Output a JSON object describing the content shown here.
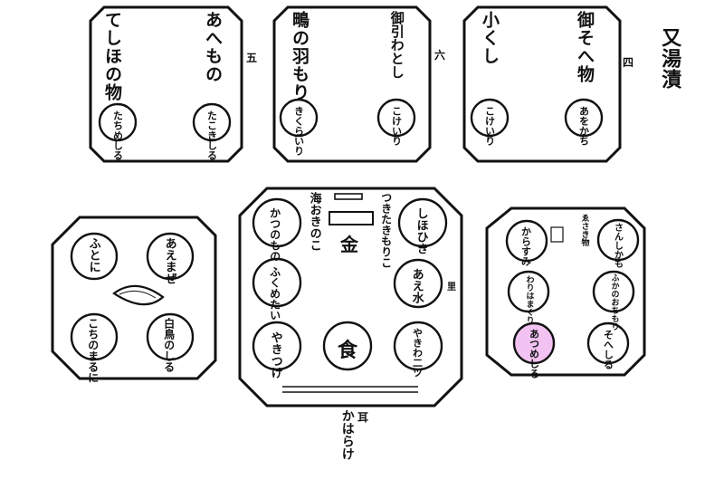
{
  "title": "又湯漬",
  "tray_numbers": {
    "four": "四",
    "five": "五",
    "six": "六"
  },
  "top_left_tray": {
    "heading_1": "あへもの",
    "heading_2": "てしほの物",
    "dishes": [
      "たこきしる",
      "たちめしる"
    ]
  },
  "top_mid_tray": {
    "heading_1": "御引わとし",
    "heading_2": "鴫の羽もり",
    "dishes": [
      "こけいり",
      "きくらいり"
    ]
  },
  "top_right_tray": {
    "heading_1": "御そへ物",
    "heading_2": "小くし",
    "dishes": [
      "あをかち",
      "こけいり"
    ]
  },
  "bottom_left_tray": {
    "dishes": [
      "あえまぜ",
      "ふとに",
      "白鳥のしる",
      "こちのまるに"
    ]
  },
  "bottom_mid_tray": {
    "caption_top": "つきたきもりこ",
    "caption_side": "海おきのこ",
    "center_label": "金",
    "food_label": "食",
    "mark_right": "里",
    "under_label": "耳",
    "under_caption": "かはらけ",
    "dishes": [
      "しほひき",
      "あえ水",
      "かつのもの",
      "ふくめたい",
      "やきつけ",
      "やきわ二ツ"
    ]
  },
  "bottom_right_tray": {
    "caption": "ゑさき物",
    "dishes": [
      "からすみ",
      "さんしかも",
      "わりはまぐり",
      "ふかのおちもり",
      "あつめしる",
      "そへしる"
    ]
  }
}
